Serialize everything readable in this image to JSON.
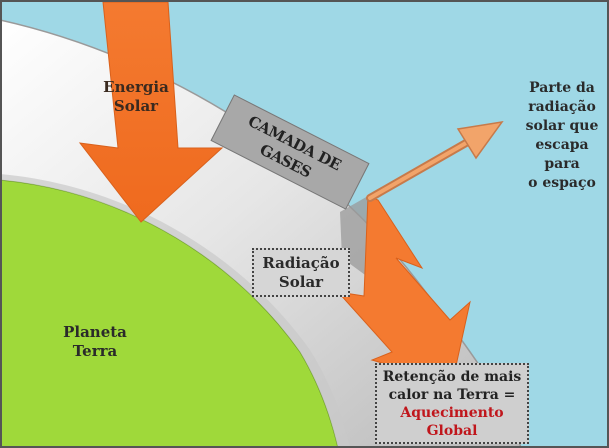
{
  "labels": {
    "energy": [
      "Energia",
      "Solar"
    ],
    "escape": [
      "Parte da",
      "radiação",
      "solar que",
      "escapa para",
      "o espaço"
    ],
    "layer": [
      "CAMADA DE",
      "GASES"
    ],
    "radiation": [
      "Radiação",
      "Solar"
    ],
    "planet": [
      "Planeta",
      "Terra"
    ],
    "retention": [
      "Retenção de mais",
      "calor na Terra =",
      "Aquecimento",
      "Global"
    ]
  },
  "colors": {
    "space": "#9fd8e6",
    "atmosphere": "#d9d9d9",
    "planet": "#9fd93a",
    "arrow": "#f47a30",
    "highlight": "#c0161c"
  }
}
